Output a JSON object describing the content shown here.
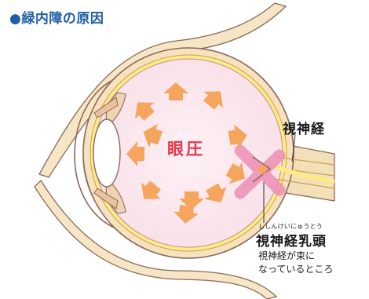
{
  "title": "●緑内障の原因",
  "center_label": "眼圧",
  "optic_nerve_label": "視神経",
  "optic_papilla": {
    "reading": "ししんけいにゅうとう",
    "label": "視神経乳頭",
    "note_line1": "視神経が束に",
    "note_line2": "なっているところ"
  },
  "colors": {
    "title": "#1f5fa8",
    "pressure_text": "#e8364a",
    "eye_interior": "#fbeaf0",
    "sclera_band": "#f6e2bf",
    "retina_band": "#ffe98a",
    "pressure_arrows": "#f5a55c",
    "papilla_highlight": "#ee8fb7",
    "outline": "#8a6a5a"
  },
  "icons": {
    "pressure_arrow": "outward-arrow-icon",
    "highlight_cross": "x-mark-icon"
  },
  "pressure_arrow_count": 11
}
